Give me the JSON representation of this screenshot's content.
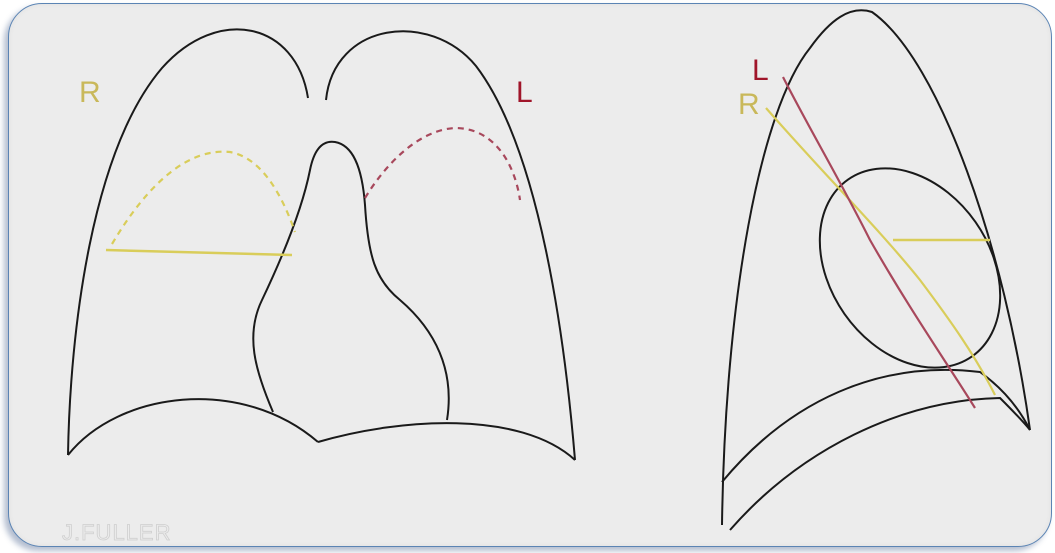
{
  "frontal_view": {
    "right_label": "R",
    "left_label": "L"
  },
  "lateral_view": {
    "left_label": "L",
    "right_label": "R"
  },
  "watermark": "J.FULLER",
  "colors": {
    "background": "#ececec",
    "frame_border": "#5b84b4",
    "outline": "#1a1a1a",
    "right_fissure": "#d9cd5a",
    "left_fissure": "#a8485c",
    "right_label": "#c9b85a",
    "left_label": "#a0152a"
  }
}
